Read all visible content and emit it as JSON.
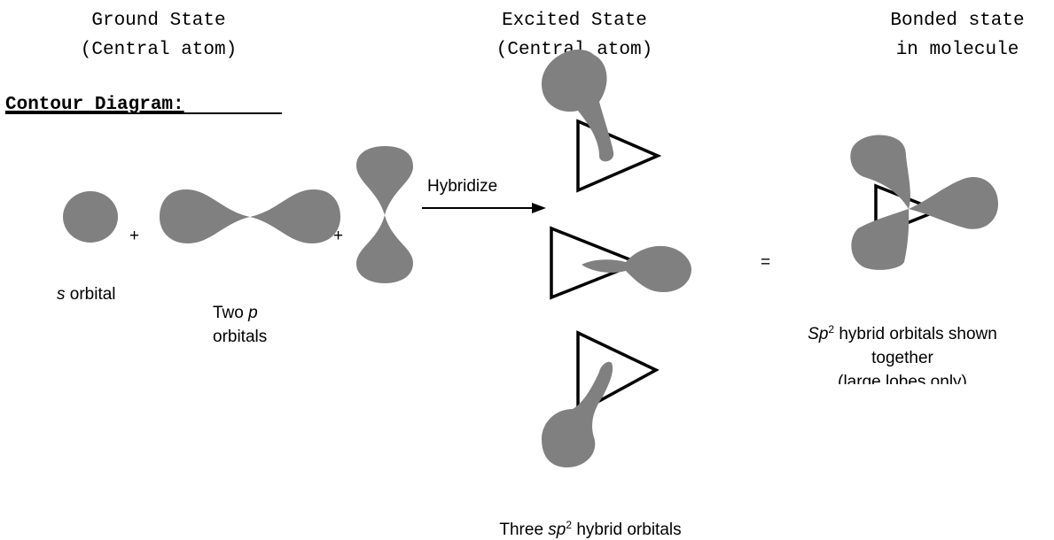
{
  "columns": {
    "ground": {
      "line1": "Ground State",
      "line2": "(Central atom)"
    },
    "excited": {
      "line1": "Excited State",
      "line2": "(Central atom)"
    },
    "bonded": {
      "line1": "Bonded state",
      "line2": "in molecule"
    }
  },
  "heading": "Contour Diagram:",
  "operators": {
    "plus": "+",
    "equals": "="
  },
  "arrow_label": "Hybridize",
  "labels": {
    "s_italic": "s",
    "s_rest": " orbital",
    "two_p_line1": "Two ",
    "two_p_italic": "p",
    "two_p_line2": "orbitals",
    "three_prefix": "Three ",
    "three_italic": "sp",
    "three_sup": "2",
    "three_rest": " hybrid orbitals",
    "sp2_italic": "Sp",
    "sp2_sup": "2",
    "sp2_rest": " hybrid orbitals shown",
    "sp2_line2": "together",
    "sp2_line3": "(large lobes only)"
  }
}
